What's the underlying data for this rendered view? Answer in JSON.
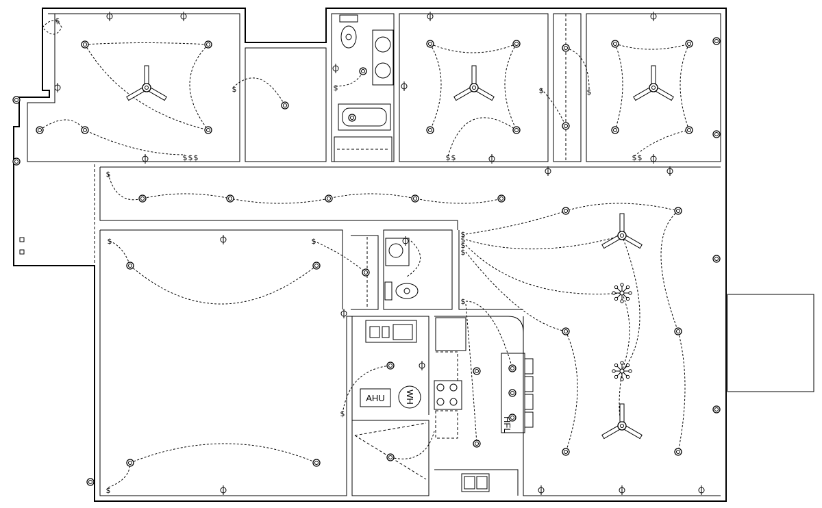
{
  "labels": {
    "ahu": "AHU",
    "wh": "WH",
    "hfl": "HFL"
  },
  "symbols": {
    "switch": "$",
    "outlet": "ф"
  },
  "colors": {
    "line": "#000000",
    "background": "#ffffff"
  },
  "icons": [
    "ceiling-fan-icon",
    "ceiling-light-icon",
    "switch-icon",
    "outlet-icon",
    "chandelier-icon",
    "toilet-icon",
    "sink-icon",
    "bathtub-icon",
    "stove-icon"
  ]
}
